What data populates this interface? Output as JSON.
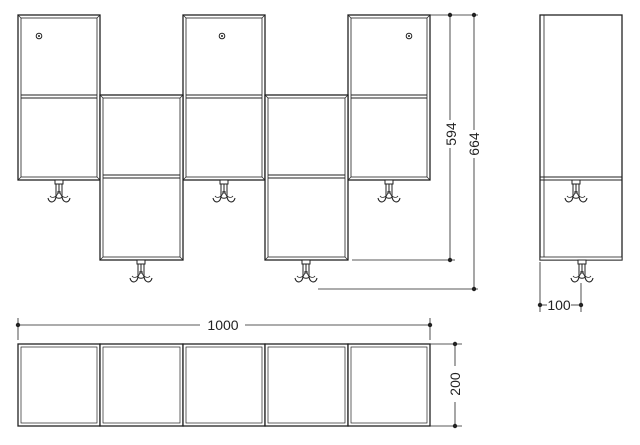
{
  "colors": {
    "stroke": "#222222",
    "panel": "#ffffff",
    "background": "#ffffff"
  },
  "front_view": {
    "upper_modules": 3,
    "lower_modules": 2,
    "hooks": 5,
    "screws": 3
  },
  "side_view": {
    "hooks": 2
  },
  "top_view": {
    "modules": 5
  },
  "dimensions": {
    "height_short": "594",
    "height_total": "664",
    "width_total": "1000",
    "depth_side": "100",
    "depth_top": "200"
  }
}
